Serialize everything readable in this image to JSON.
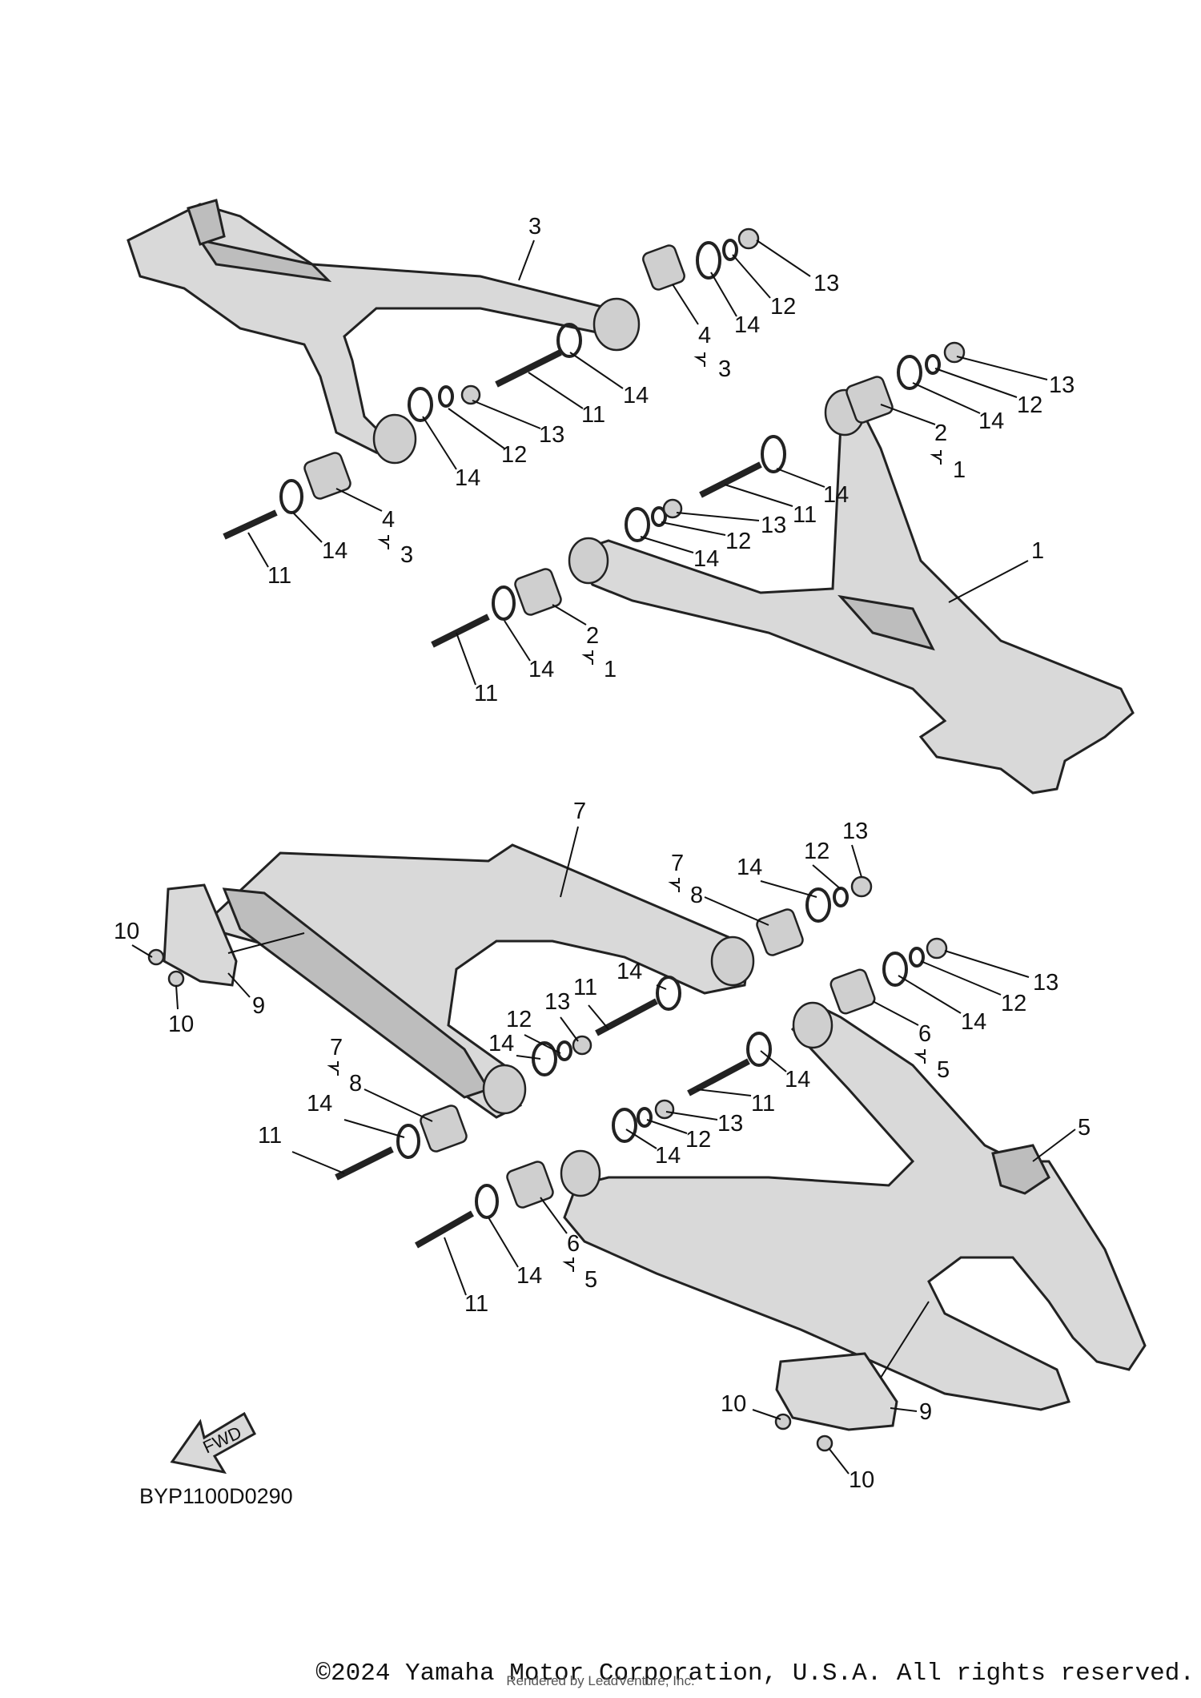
{
  "diagram": {
    "code": "BYP1100D0290",
    "fwd_label": "FWD",
    "callouts": [
      "1",
      "2",
      "3",
      "4",
      "5",
      "6",
      "7",
      "8",
      "9",
      "10",
      "11",
      "12",
      "13",
      "14"
    ]
  },
  "footer": {
    "copyright": "©2024 Yamaha Motor Corporation, U.S.A. All rights reserved.",
    "rendered_by": "Rendered by LeadVenture, Inc."
  }
}
